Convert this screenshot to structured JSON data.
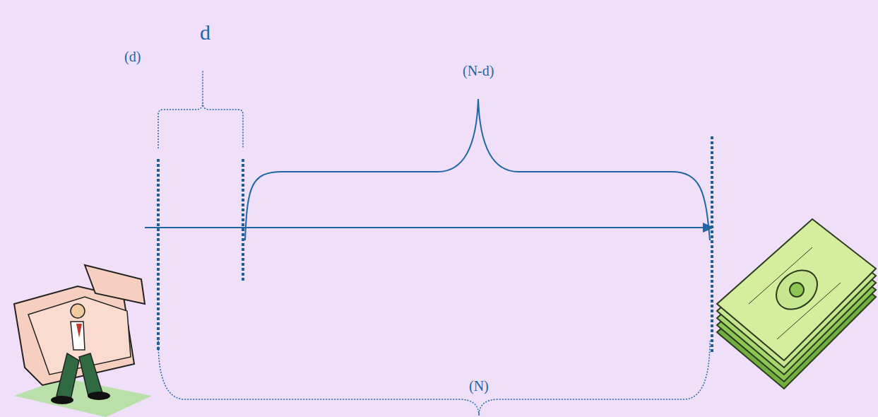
{
  "diagram": {
    "labels": [
      "d",
      "(d)",
      "(N-d)",
      "(N)"
    ]
  }
}
